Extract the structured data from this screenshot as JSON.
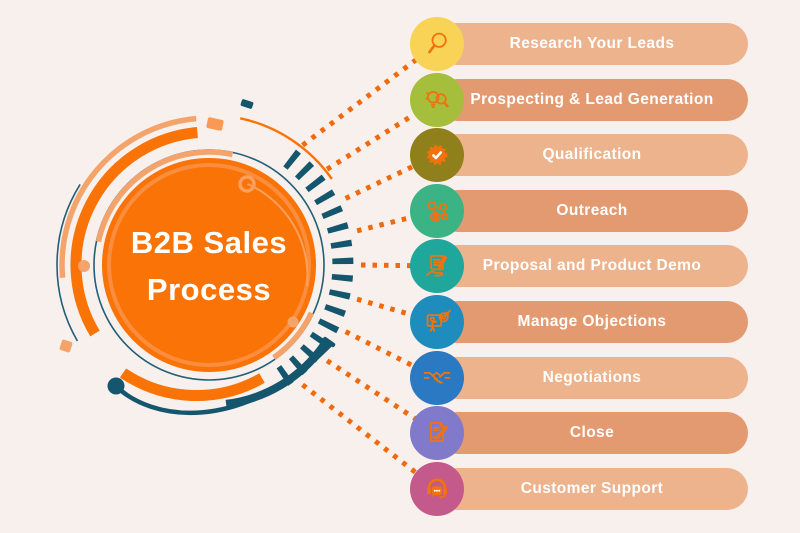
{
  "center": {
    "title_line1": "B2B Sales",
    "title_line2": "Process",
    "circle_color": "#F97306"
  },
  "steps": [
    {
      "label": "Research Your Leads",
      "icon": "search-icon",
      "icon_bg": "#F8D355",
      "bar_color": "#EDB38D"
    },
    {
      "label": "Prospecting & Lead Generation",
      "icon": "prospecting-icon",
      "icon_bg": "#A5BE3C",
      "bar_color": "#E49A70"
    },
    {
      "label": "Qualification",
      "icon": "qualification-badge-icon",
      "icon_bg": "#90801C",
      "bar_color": "#EDB38D"
    },
    {
      "label": "Outreach",
      "icon": "outreach-network-icon",
      "icon_bg": "#3BB384",
      "bar_color": "#E49A70"
    },
    {
      "label": "Proposal and Product Demo",
      "icon": "proposal-demo-icon",
      "icon_bg": "#1FA79B",
      "bar_color": "#EDB38D"
    },
    {
      "label": "Manage Objections",
      "icon": "manage-objections-icon",
      "icon_bg": "#1F8CBE",
      "bar_color": "#E49A70"
    },
    {
      "label": "Negotiations",
      "icon": "negotiations-handshake-icon",
      "icon_bg": "#2A79C2",
      "bar_color": "#EDB38D"
    },
    {
      "label": "Close",
      "icon": "close-contract-icon",
      "icon_bg": "#8179C9",
      "bar_color": "#E49A70"
    },
    {
      "label": "Customer Support",
      "icon": "customer-support-icon",
      "icon_bg": "#C4598B",
      "bar_color": "#EDB38D"
    }
  ],
  "accents": {
    "orange": "#F97306",
    "peach": "#F4A46B",
    "navy": "#15566F",
    "dotted_line": "#F2690B",
    "icon_stroke": "#F0730F",
    "bar_light": "#EDB38D",
    "bar_dark": "#E49A70",
    "background": "#F8F0ED",
    "text": "#FFFFFF"
  }
}
